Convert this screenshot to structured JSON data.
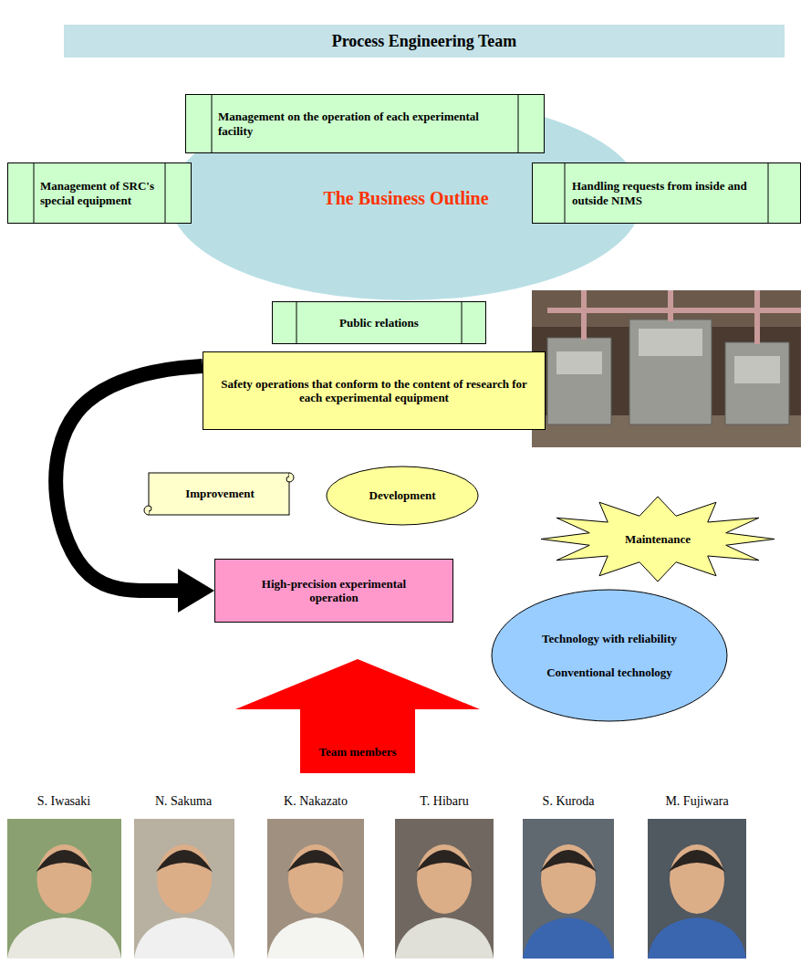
{
  "diagram": {
    "title": "Process Engineering Team",
    "nodes": [
      {
        "text": [
          "The Business Outline"
        ]
      },
      {
        "text": [
          "Management on the operation of each experimental facility"
        ]
      },
      {
        "text": [
          "Management of SRC's special equipment"
        ]
      },
      {
        "text": [
          "Handling requests from inside and outside NIMS"
        ]
      },
      {
        "text": [
          "Public relations"
        ]
      },
      {
        "text": [
          "Safety operations that conform to the content of research for each experimental equipment"
        ]
      },
      {
        "text": [
          "Improvement"
        ]
      },
      {
        "text": [
          "Development"
        ]
      },
      {
        "text": [
          "Maintenance"
        ]
      },
      {
        "text": [
          "High-precision experimental operation"
        ]
      },
      {
        "text": [
          "Technology with reliability",
          "Conventional technology"
        ]
      },
      {
        "text": [
          "Team members"
        ]
      }
    ],
    "edges": [
      {
        "from": 5,
        "to": 9,
        "arrow": "to"
      }
    ],
    "labels": [
      "S. Iwasaki",
      "N. Sakuma",
      "K. Nakazato",
      "T. Hibaru",
      "S. Kuroda",
      "M. Fujiwara"
    ]
  }
}
